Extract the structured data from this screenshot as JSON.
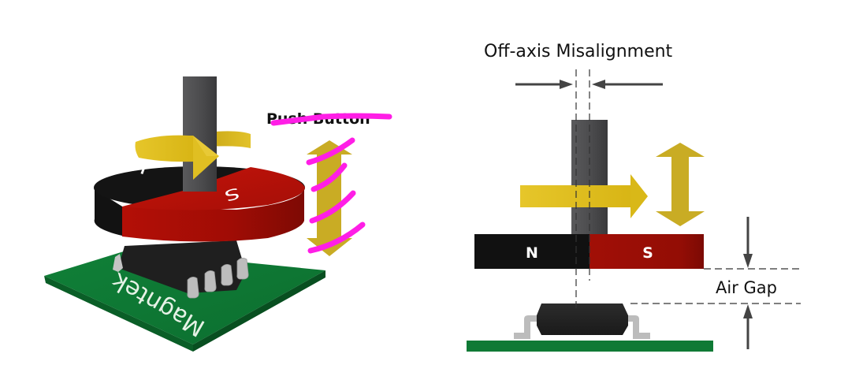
{
  "left_diagram": {
    "push_button_label": "Push Button",
    "push_button_struck_out": true,
    "magnet_north_label": "N",
    "magnet_south_label": "S",
    "pcb_brand_label": "Magntek",
    "rotation_arrow_icon": "rotation-arrow-icon",
    "axial_motion_icon": "vertical-double-arrow-icon",
    "annotation_scribble_count": 4
  },
  "right_diagram": {
    "title": "Off-axis Misalignment",
    "magnet_north_label": "N",
    "magnet_south_label": "S",
    "air_gap_label": "Air Gap",
    "rotation_arrow_icon": "right-arrow-icon",
    "axial_motion_icon": "vertical-double-arrow-icon"
  },
  "colors": {
    "shaft": "#4a4a4c",
    "magnet_north": "#111111",
    "magnet_south": "#a30e05",
    "motion_arrow": "#dcbc1c",
    "axial_arrow": "#c9ac24",
    "pcb": "#0f7a35",
    "chip": "#222222",
    "chip_leads": "#b9b9b9",
    "annotation_markup": "#ff1ee6",
    "dimension_lines": "#444444"
  }
}
